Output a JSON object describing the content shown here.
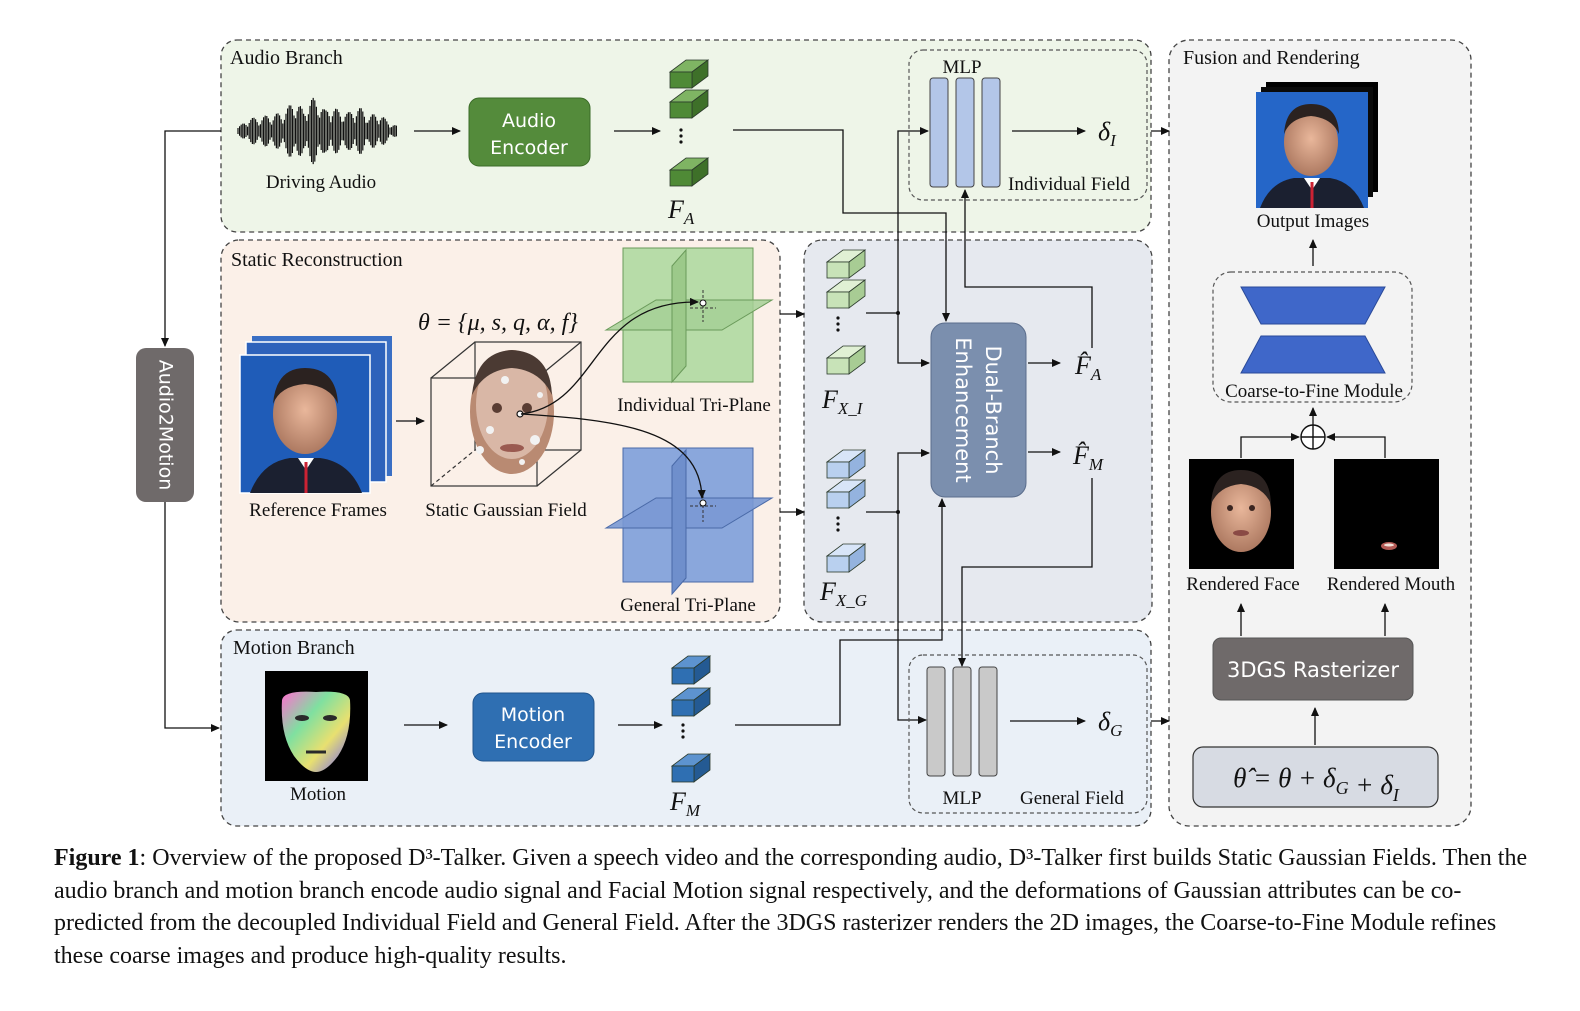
{
  "panels": {
    "audio_branch": "Audio Branch",
    "static_reconstruction": "Static Reconstruction",
    "motion_branch": "Motion Branch",
    "fusion_rendering": "Fusion and Rendering"
  },
  "audio": {
    "driving_audio": "Driving Audio",
    "encoder_line1": "Audio",
    "encoder_line2": "Encoder",
    "feature": "F",
    "feature_sub": "A"
  },
  "static": {
    "theta_formula": "θ = {μ, s, q, α, f}",
    "reference_frames": "Reference Frames",
    "gaussian_field": "Static Gaussian Field",
    "individual_triplane": "Individual Tri-Plane",
    "general_triplane": "General Tri-Plane"
  },
  "middle": {
    "fxi": "F",
    "fxi_sub": "X_I",
    "fxg": "F",
    "fxg_sub": "X_G",
    "dual_line1": "Dual-Branch",
    "dual_line2": "Enhancement",
    "fa_hat": "F̂",
    "fa_hat_sub": "A",
    "fm_hat": "F̂",
    "fm_hat_sub": "M"
  },
  "mlp": {
    "top_label": "MLP",
    "individual_field": "Individual Field",
    "bottom_label": "MLP",
    "general_field": "General Field",
    "delta": "δ",
    "delta_i_sub": "I",
    "delta_g_sub": "G"
  },
  "motion": {
    "motion_label": "Motion",
    "encoder_line1": "Motion",
    "encoder_line2": "Encoder",
    "feature": "F",
    "feature_sub": "M"
  },
  "audio2motion": "Audio2Motion",
  "fusion": {
    "output_images": "Output Images",
    "coarse_to_fine": "Coarse-to-Fine Module",
    "rendered_face": "Rendered Face",
    "rendered_mouth": "Rendered Mouth",
    "rasterizer": "3DGS Rasterizer",
    "theta_hat_formula": "θ̂ = θ + δ_G + δ_I"
  },
  "caption": {
    "label": "Figure 1",
    "text": ": Overview of the proposed D³-Talker. Given a speech video and the corresponding audio, D³-Talker first builds Static Gaussian Fields. Then the audio branch and motion branch encode audio signal and Facial Motion signal respectively, and the deformations of Gaussian attributes can be co-predicted from the decoupled Individual Field and General Field. After the 3DGS rasterizer renders the 2D images, the Coarse-to-Fine Module refines these coarse images and produce high-quality results."
  },
  "colors": {
    "audio_bg": "#eef5e8",
    "static_bg": "#fbf0e8",
    "middle_bg": "#e6e9ef",
    "motion_bg": "#eaf0f7",
    "fusion_bg": "#f3f3f3",
    "audio_encoder": "#548b3b",
    "motion_encoder": "#2f6fb2",
    "dual_branch": "#7b8fae",
    "rasterizer": "#6f6a6a",
    "green_cube": "#4f8a36",
    "blue_cube": "#2f6fb2"
  }
}
